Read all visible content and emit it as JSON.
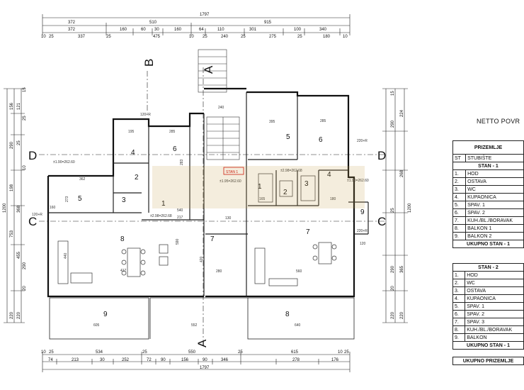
{
  "header_dims": {
    "total": "1797",
    "row1": [
      "372",
      "510",
      "915"
    ],
    "row2": [
      "372",
      "160",
      "60",
      "30",
      "160",
      "64",
      "110",
      "301",
      "100",
      "340"
    ],
    "row3": [
      "10",
      "25",
      "337",
      "25",
      "475",
      "10",
      "25",
      "240",
      "25",
      "275",
      "25",
      "180",
      "10"
    ]
  },
  "footer_dims": {
    "row1": [
      "10",
      "25",
      "534",
      "25",
      "550",
      "25",
      "615",
      "10",
      "25"
    ],
    "row2": [
      "74",
      "213",
      "30",
      "252",
      "72",
      "90",
      "156",
      "90",
      "346",
      "278",
      "176"
    ],
    "total": "1797"
  },
  "left_dims": [
    "15",
    "156",
    "121",
    "25",
    "290",
    "25",
    "10",
    "198",
    "368",
    "753",
    "455",
    "290",
    "20",
    "220",
    "220",
    "1200"
  ],
  "right_dims": [
    "15",
    "224",
    "268",
    "290",
    "290",
    "20",
    "220",
    "220",
    "1200",
    "365",
    "25"
  ],
  "axes": {
    "top_a": "A",
    "top_b": "B",
    "left_d": "D",
    "left_c": "C",
    "right_d": "D",
    "right_c": "C",
    "bottom_a": "A"
  },
  "rooms": [
    {
      "id": "r4l",
      "label": "4"
    },
    {
      "id": "r6l",
      "label": "6"
    },
    {
      "id": "r5l",
      "label": "5"
    },
    {
      "id": "r3l",
      "label": "3"
    },
    {
      "id": "r2l",
      "label": "2"
    },
    {
      "id": "r1l",
      "label": "1"
    },
    {
      "id": "r8l",
      "label": "8"
    },
    {
      "id": "r7c",
      "label": "7"
    },
    {
      "id": "r9l",
      "label": "9"
    },
    {
      "id": "r5r",
      "label": "5"
    },
    {
      "id": "r6r",
      "label": "6"
    },
    {
      "id": "r1r",
      "label": "1"
    },
    {
      "id": "r2r",
      "label": "2"
    },
    {
      "id": "r3r",
      "label": "3"
    },
    {
      "id": "r4r",
      "label": "4"
    },
    {
      "id": "r7r",
      "label": "7"
    },
    {
      "id": "r9r",
      "label": "9"
    },
    {
      "id": "r8r",
      "label": "8"
    }
  ],
  "room_dims": {
    "d195": "195",
    "d285a": "285",
    "d273": "273",
    "d362": "362",
    "d440": "440",
    "d590": "590",
    "d280": "280",
    "d560": "560",
    "d395": "395",
    "d285b": "285",
    "d240": "240",
    "d165": "165",
    "d180": "180",
    "d540": "540",
    "d605": "605",
    "d640": "640",
    "d552": "552",
    "d283": "283",
    "d417": "417",
    "d420": "420",
    "d217": "217",
    "d130": "130",
    "d160": "160",
    "d120": "120"
  },
  "annotations": {
    "stan": "STAN 1",
    "lev1": "±1.90=262.60",
    "lev2": "±2.98=262.68",
    "lev3": "±2.98=262.68",
    "lev4": "±1.90=262.60",
    "lev5": "±1.95=262.60",
    "win_a": "120+R",
    "win_b": "220+R",
    "win_c": "220+R",
    "win_d": "120+R"
  },
  "legend": {
    "title": "NETTO POVR",
    "header": "PRIZEMLJE",
    "st_num": "ST",
    "st_name": "STUBIŠTE",
    "stan1_title": "STAN - 1",
    "stan1_items": [
      {
        "n": "1.",
        "name": "HOD"
      },
      {
        "n": "2.",
        "name": "OSTAVA"
      },
      {
        "n": "3.",
        "name": "WC"
      },
      {
        "n": "4.",
        "name": "KUPAONICA"
      },
      {
        "n": "5.",
        "name": "SPAV. 1"
      },
      {
        "n": "6.",
        "name": "SPAV. 2"
      },
      {
        "n": "7.",
        "name": "KUH./BL./BORAVAK"
      },
      {
        "n": "8.",
        "name": "BALKON 1"
      },
      {
        "n": "9.",
        "name": "BALKON 2"
      }
    ],
    "stan1_total": "UKUPNO STAN - 1",
    "stan2_title": "STAN - 2",
    "stan2_items": [
      {
        "n": "1.",
        "name": "HOD"
      },
      {
        "n": "2.",
        "name": "WC"
      },
      {
        "n": "3.",
        "name": "OSTAVA"
      },
      {
        "n": "4.",
        "name": "KUPAONICA"
      },
      {
        "n": "5.",
        "name": "SPAV. 1"
      },
      {
        "n": "6.",
        "name": "SPAV. 2"
      },
      {
        "n": "7.",
        "name": "SPAV. 3"
      },
      {
        "n": "8.",
        "name": "KUH./BL./BORAVAK"
      },
      {
        "n": "9.",
        "name": "BALKON"
      }
    ],
    "stan2_total": "UKUPNO STAN - 1",
    "grand_total": "UKUPNO PRIZEMLJE"
  }
}
